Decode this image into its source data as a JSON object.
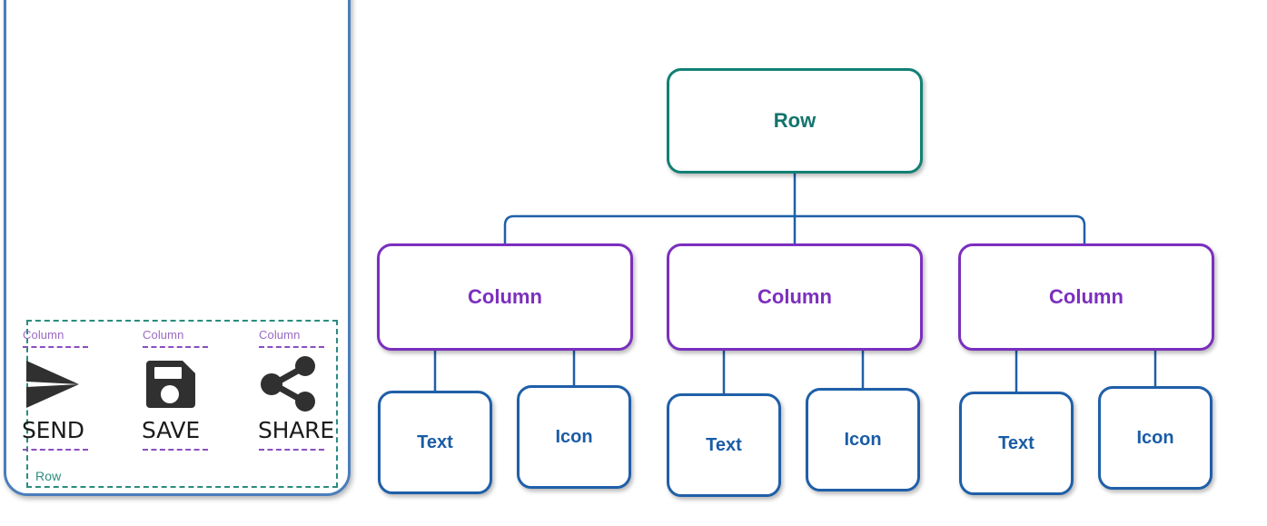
{
  "device": {
    "name": "mobile-device-frame",
    "row_label": "Row",
    "columns": [
      {
        "label": "Column",
        "icon": "send-icon",
        "caption": "SEND"
      },
      {
        "label": "Column",
        "icon": "save-icon",
        "caption": "SAVE"
      },
      {
        "label": "Column",
        "icon": "share-icon",
        "caption": "SHARE"
      }
    ]
  },
  "tree": {
    "root": {
      "label": "Row"
    },
    "columns": [
      {
        "label": "Column"
      },
      {
        "label": "Column"
      },
      {
        "label": "Column"
      }
    ],
    "leaves": [
      {
        "label": "Text"
      },
      {
        "label": "Icon"
      },
      {
        "label": "Text"
      },
      {
        "label": "Icon"
      },
      {
        "label": "Text"
      },
      {
        "label": "Icon"
      }
    ]
  },
  "colors": {
    "row_border": "#128075",
    "column_border": "#7b2fbe",
    "leaf_border": "#1f5fa8",
    "connector": "#1f5fa8",
    "device_border": "#4a7ebb",
    "device_row_dash": "#2a8c80",
    "device_column_dash": "#8a4fc0",
    "icon_fill": "#303030"
  }
}
